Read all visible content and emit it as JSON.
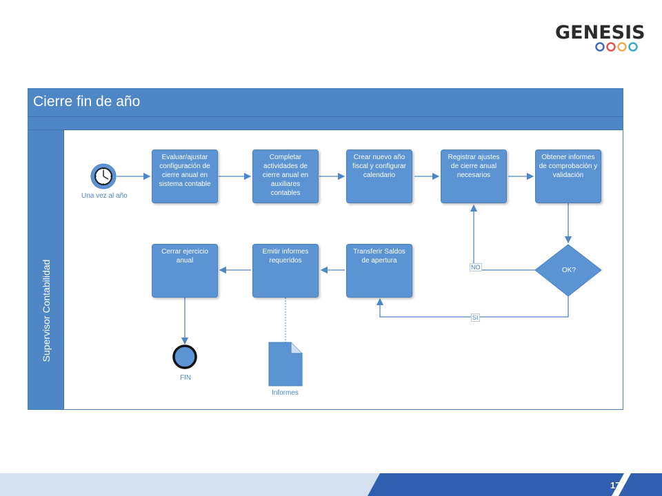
{
  "logo": {
    "text": "GENESIS",
    "ring_colors": [
      "#3f6cb5",
      "#d9534f",
      "#f0ad4e",
      "#3aa6c9"
    ]
  },
  "pool": {
    "title": "Cierre fin de año",
    "lane": "Supervisor Contabilidad"
  },
  "start_event": {
    "label": "Una vez al año"
  },
  "tasks": {
    "t1": "Evaluar/ajustar configuración de cierre anual en sistema contable",
    "t2": "Completar actividades de cierre anual en auxiliares contables",
    "t3": "Crear nuevo año fiscal y configurar calendario",
    "t4": "Registrar ajustes de cierre anual necesarios",
    "t5": "Obtener informes de comprobación y validación",
    "t6": "Transferir Saldos de apertura",
    "t7": "Emitir informes requeridos",
    "t8": "Cerrar ejercicio anual"
  },
  "gateway": {
    "label": "OK?",
    "no": "NO",
    "yes": "SI"
  },
  "end_event": {
    "label": "FIN"
  },
  "document": {
    "label": "Informes"
  },
  "footer": {
    "page": "17"
  },
  "colors": {
    "primary": "#4f86c6",
    "task": "#5b93d3",
    "footer_dark": "#2f5fae",
    "footer_light": "#d5e0ef"
  }
}
